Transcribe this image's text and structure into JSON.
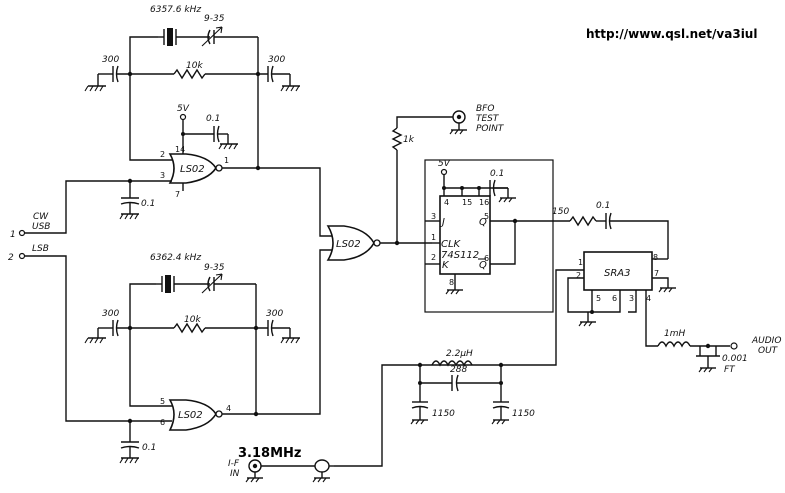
{
  "url": "http://www.qsl.net/va3iul",
  "if_freq": "3.18MHz",
  "top_osc": {
    "crystal": "6357.6 kHz",
    "trimmer": "9-35",
    "cap_left": "300",
    "cap_right": "300",
    "resistor": "10k",
    "vcc": "5V",
    "bypass": "0.1",
    "gate": "LS02",
    "pin_in_a": "2",
    "pin_in_b": "3",
    "pin_vcc": "14",
    "pin_gnd": "7",
    "pin_out": "1",
    "input_cap": "0.1"
  },
  "bottom_osc": {
    "crystal": "6362.4 kHz",
    "trimmer": "9-35",
    "cap_left": "300",
    "cap_right": "300",
    "resistor": "10k",
    "gate": "LS02",
    "pin_in_a": "5",
    "pin_in_b": "6",
    "pin_out": "4",
    "input_cap": "0.1"
  },
  "switch": {
    "pos1_num": "1",
    "pos1_label_a": "CW",
    "pos1_label_b": "USB",
    "pos2_num": "2",
    "pos2_label": "LSB"
  },
  "mixer_gate": "LS02",
  "bfo": {
    "resistor": "1k",
    "label_1": "BFO",
    "label_2": "TEST",
    "label_3": "POINT"
  },
  "flipflop": {
    "part": "74S112",
    "clk": "CLK",
    "j": "J",
    "k": "K",
    "q": "Q",
    "qbar": "Q",
    "vcc": "5V",
    "bypass": "0.1",
    "pin_clk": "1",
    "pin_j": "3",
    "pin_k": "2",
    "pin_q": "5",
    "pin_qbar": "6",
    "pin_4": "4",
    "pin_15": "15",
    "pin_16": "16",
    "pin_gnd": "8"
  },
  "output_chain": {
    "resistor": "150",
    "cap": "0.1"
  },
  "mixer": {
    "part": "SRA3",
    "pin_1": "1",
    "pin_2": "2",
    "pin_3": "3",
    "pin_4": "4",
    "pin_5": "5",
    "pin_6": "6",
    "pin_7": "7",
    "pin_8": "8"
  },
  "audio": {
    "inductor": "1mH",
    "cap": "0.001",
    "cap_type": "FT",
    "label_1": "AUDIO",
    "label_2": "OUT"
  },
  "if_filter": {
    "inductor": "2.2μH",
    "cap_series": "288",
    "cap_left": "1150",
    "cap_right": "1150"
  },
  "if_input": {
    "label_1": "I-F",
    "label_2": "IN"
  }
}
